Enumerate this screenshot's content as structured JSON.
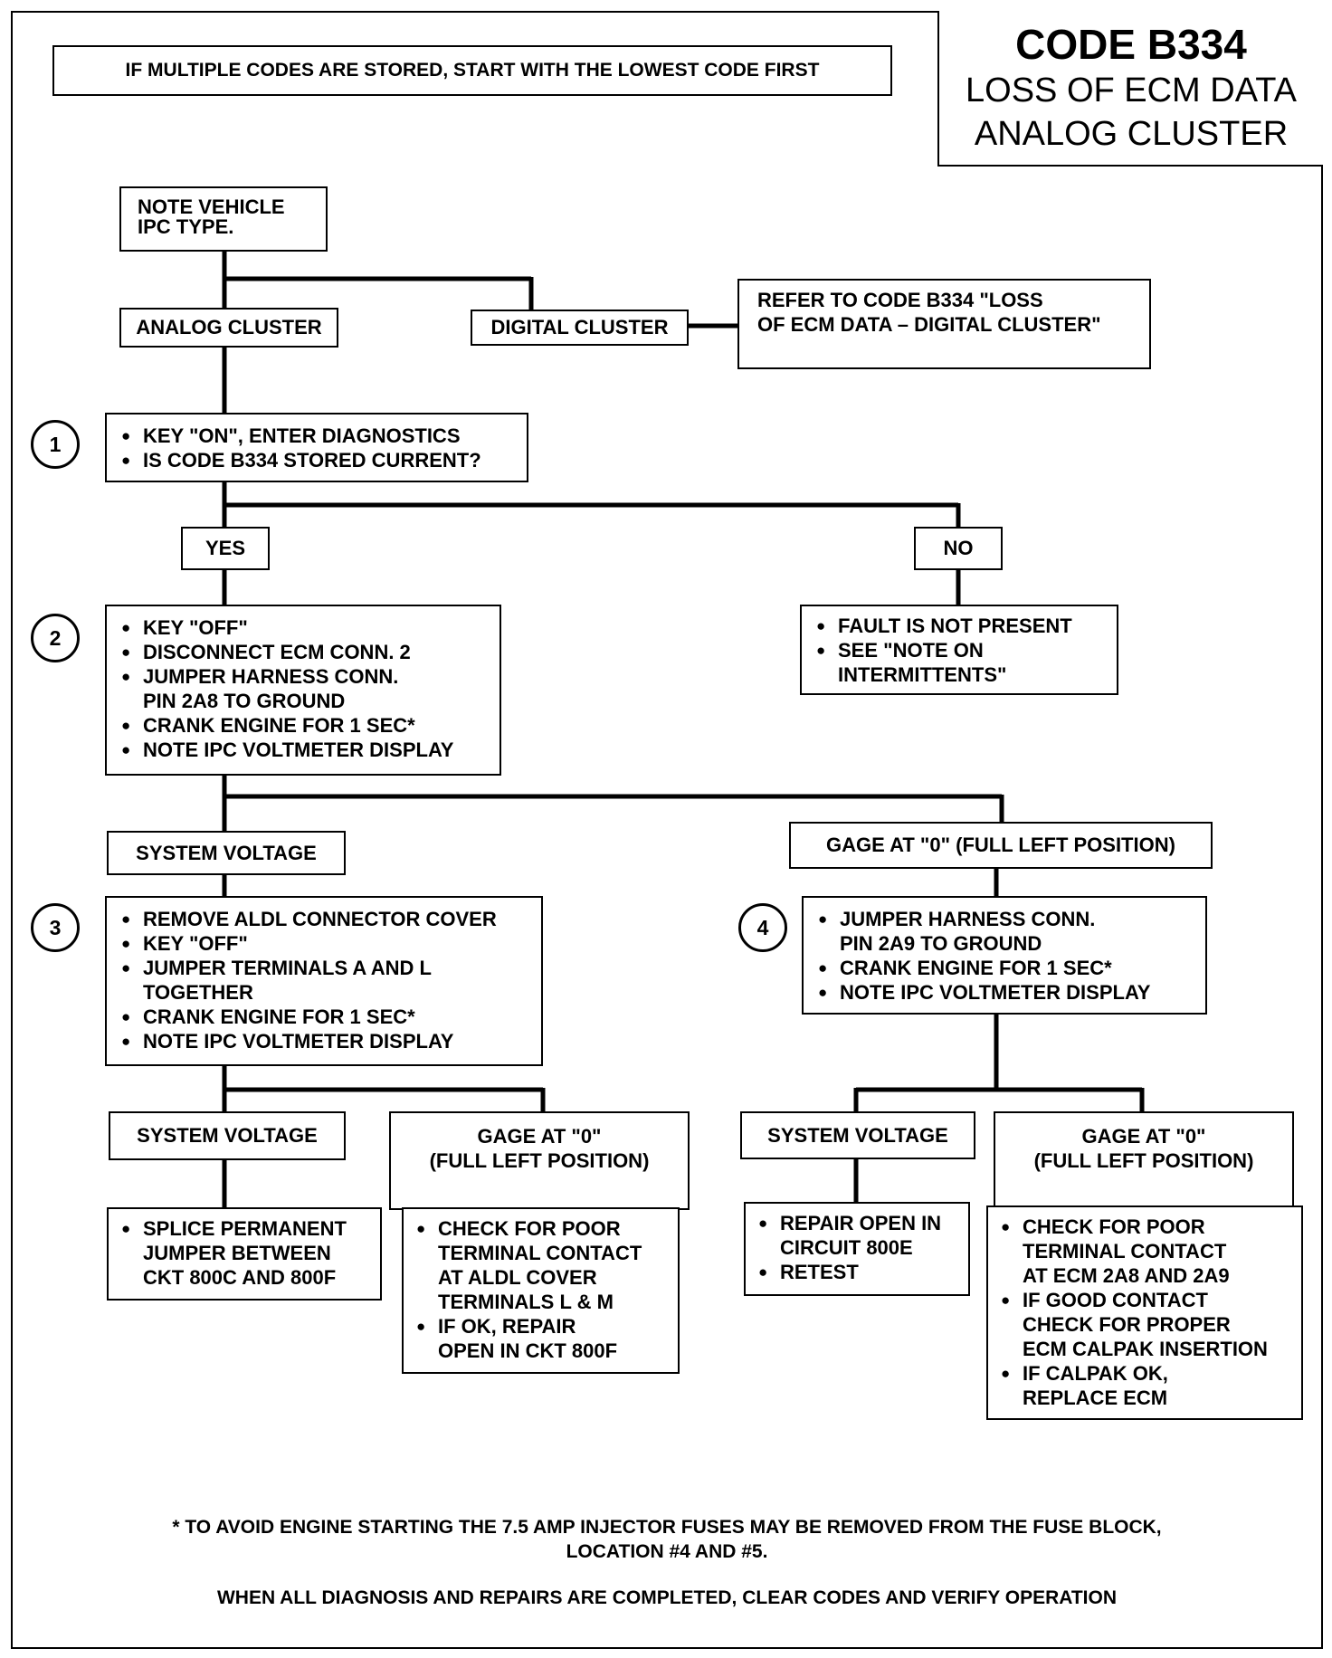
{
  "header": {
    "code": "CODE B334",
    "title_line1": "LOSS OF ECM DATA",
    "title_line2": "ANALOG CLUSTER",
    "multiple_codes_note": "IF MULTIPLE CODES ARE STORED, START WITH THE LOWEST CODE FIRST"
  },
  "start": {
    "line1": "NOTE VEHICLE",
    "line2": "IPC TYPE."
  },
  "branches": {
    "analog": "ANALOG CLUSTER",
    "digital": "DIGITAL CLUSTER",
    "digital_ref_line1": "REFER TO CODE B334  \"LOSS",
    "digital_ref_line2": "OF ECM DATA – DIGITAL CLUSTER\""
  },
  "steps": [
    {
      "number": "1",
      "items": [
        "KEY \"ON\", ENTER DIAGNOSTICS",
        "IS CODE B334 STORED CURRENT?"
      ]
    },
    {
      "number": "2",
      "items": [
        "KEY \"OFF\"",
        "DISCONNECT ECM CONN. 2",
        "JUMPER HARNESS CONN.",
        "PIN 2A8 TO GROUND",
        "CRANK ENGINE FOR 1 SEC*",
        "NOTE IPC VOLTMETER DISPLAY"
      ]
    },
    {
      "number": "3",
      "items": [
        "REMOVE ALDL CONNECTOR COVER",
        "KEY \"OFF\"",
        "JUMPER TERMINALS A AND L",
        "TOGETHER",
        "CRANK ENGINE FOR 1 SEC*",
        "NOTE IPC VOLTMETER DISPLAY"
      ]
    },
    {
      "number": "4",
      "items": [
        "JUMPER HARNESS CONN.",
        "PIN 2A9 TO GROUND",
        "CRANK ENGINE FOR 1 SEC*",
        "NOTE IPC VOLTMETER DISPLAY"
      ]
    }
  ],
  "answers": {
    "yes": "YES",
    "no": "NO",
    "system_voltage": "SYSTEM VOLTAGE",
    "gage_zero_full": "GAGE AT \"0\" (FULL LEFT POSITION)",
    "gage_zero_line1": "GAGE AT  \"0\"",
    "gage_zero_line2": "(FULL LEFT POSITION)"
  },
  "results": {
    "no_fault": [
      "FAULT IS NOT PRESENT",
      "SEE \"NOTE ON",
      "INTERMITTENTS\""
    ],
    "splice": [
      "SPLICE PERMANENT",
      "JUMPER BETWEEN",
      "CKT 800C AND 800F"
    ],
    "check_aldl": [
      "CHECK FOR POOR",
      "TERMINAL CONTACT",
      "AT ALDL COVER",
      "TERMINALS L & M",
      "IF OK, REPAIR",
      "OPEN IN CKT 800F"
    ],
    "repair_800e": [
      "REPAIR OPEN IN",
      "CIRCUIT 800E",
      "RETEST"
    ],
    "check_ecm": [
      "CHECK FOR POOR",
      "TERMINAL CONTACT",
      "AT ECM 2A8 AND 2A9",
      "IF GOOD CONTACT",
      "CHECK FOR PROPER",
      "ECM CALPAK INSERTION",
      "IF CALPAK OK,",
      "REPLACE ECM"
    ]
  },
  "footer": {
    "line1": "* TO AVOID ENGINE STARTING THE 7.5 AMP INJECTOR FUSES MAY BE REMOVED FROM THE FUSE BLOCK,",
    "line2": "LOCATION #4 AND #5.",
    "line3": "WHEN ALL DIAGNOSIS AND REPAIRS ARE COMPLETED, CLEAR CODES AND VERIFY OPERATION"
  }
}
